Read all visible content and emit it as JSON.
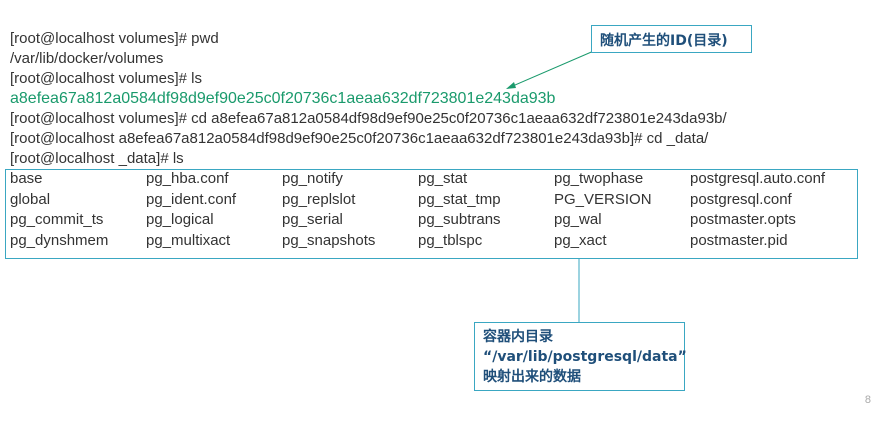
{
  "terminal": {
    "lines": [
      "[root@localhost volumes]# pwd",
      "/var/lib/docker/volumes",
      "[root@localhost volumes]# ls",
      "a8efea67a812a0584df98d9ef90e25c0f20736c1aeaa632df723801e243da93b",
      "[root@localhost volumes]# cd a8efea67a812a0584df98d9ef90e25c0f20736c1aeaa632df723801e243da93b/",
      "[root@localhost a8efea67a812a0584df98d9ef90e25c0f20736c1aeaa632df723801e243da93b]# cd _data/",
      "[root@localhost _data]# ls"
    ],
    "listing": [
      [
        "base",
        "pg_hba.conf",
        "pg_notify",
        "pg_stat",
        "pg_twophase",
        "postgresql.auto.conf"
      ],
      [
        "global",
        "pg_ident.conf",
        "pg_replslot",
        "pg_stat_tmp",
        "PG_VERSION",
        "postgresql.conf"
      ],
      [
        "pg_commit_ts",
        "pg_logical",
        "pg_serial",
        "pg_subtrans",
        "pg_wal",
        "postmaster.opts"
      ],
      [
        "pg_dynshmem",
        "pg_multixact",
        "pg_snapshots",
        "pg_tblspc",
        "pg_xact",
        "postmaster.pid"
      ]
    ]
  },
  "annotations": {
    "id_note": "随机产生的ID(目录)",
    "mount_note": [
      "容器内目录",
      "“/var/lib/postgresql/data”",
      "映射出来的数据"
    ]
  },
  "page_number": "8",
  "colors": {
    "hash_text": "#1a9a6c",
    "box_border": "#3aa7c2",
    "note_text": "#1f4f7a"
  }
}
